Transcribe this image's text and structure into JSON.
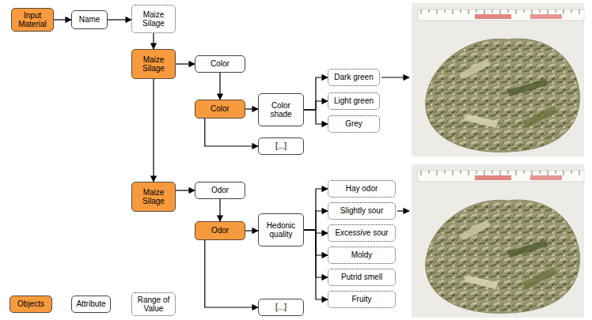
{
  "diagram": {
    "nodes": [
      {
        "text": [
          "Input Material"
        ]
      },
      {
        "text": [
          "Name"
        ]
      },
      {
        "text": [
          "Maize Silage"
        ]
      },
      {
        "text": [
          "Maize Silage"
        ]
      },
      {
        "text": [
          "Color"
        ]
      },
      {
        "text": [
          "Color"
        ]
      },
      {
        "text": [
          "Color shade"
        ]
      },
      {
        "text": [
          "[...]"
        ]
      },
      {
        "text": [
          "Dark green"
        ]
      },
      {
        "text": [
          "Light green"
        ]
      },
      {
        "text": [
          "Grey"
        ]
      },
      {
        "text": [
          "Maize Silage"
        ]
      },
      {
        "text": [
          "Odor"
        ]
      },
      {
        "text": [
          "Odor"
        ]
      },
      {
        "text": [
          "Hedonic quality"
        ]
      },
      {
        "text": [
          "[...]"
        ]
      },
      {
        "text": [
          "Hay odor"
        ]
      },
      {
        "text": [
          "Slightly sour"
        ]
      },
      {
        "text": [
          "Excessive sour"
        ]
      },
      {
        "text": [
          "Moldy"
        ]
      },
      {
        "text": [
          "Putrid smell"
        ]
      },
      {
        "text": [
          "Fruity"
        ]
      }
    ],
    "edges": [
      {
        "from": 0,
        "to": 1,
        "arrow": "to"
      },
      {
        "from": 1,
        "to": 2,
        "arrow": "to"
      },
      {
        "from": 2,
        "to": 3,
        "arrow": "to"
      },
      {
        "from": 3,
        "to": 4,
        "arrow": "to"
      },
      {
        "from": 4,
        "to": 5,
        "arrow": "to"
      },
      {
        "from": 5,
        "to": 6,
        "arrow": "to"
      },
      {
        "from": 5,
        "to": 7,
        "arrow": "to"
      },
      {
        "from": 6,
        "to": 8,
        "arrow": "to"
      },
      {
        "from": 6,
        "to": 9,
        "arrow": "to"
      },
      {
        "from": 6,
        "to": 10,
        "arrow": "to"
      },
      {
        "from": 3,
        "to": 11,
        "arrow": "to"
      },
      {
        "from": 11,
        "to": 12,
        "arrow": "to"
      },
      {
        "from": 12,
        "to": 13,
        "arrow": "to"
      },
      {
        "from": 13,
        "to": 14,
        "arrow": "to"
      },
      {
        "from": 13,
        "to": 15,
        "arrow": "to"
      },
      {
        "from": 14,
        "to": 16,
        "arrow": "to"
      },
      {
        "from": 14,
        "to": 17,
        "arrow": "to"
      },
      {
        "from": 14,
        "to": 18,
        "arrow": "to"
      },
      {
        "from": 14,
        "to": 19,
        "arrow": "to"
      },
      {
        "from": 14,
        "to": 20,
        "arrow": "to"
      },
      {
        "from": 14,
        "to": 21,
        "arrow": "to"
      }
    ],
    "legend": [
      {
        "text": "Objects",
        "color": "#f79a3e"
      },
      {
        "text": "Attribute"
      },
      {
        "text": "Range of Value"
      }
    ]
  }
}
